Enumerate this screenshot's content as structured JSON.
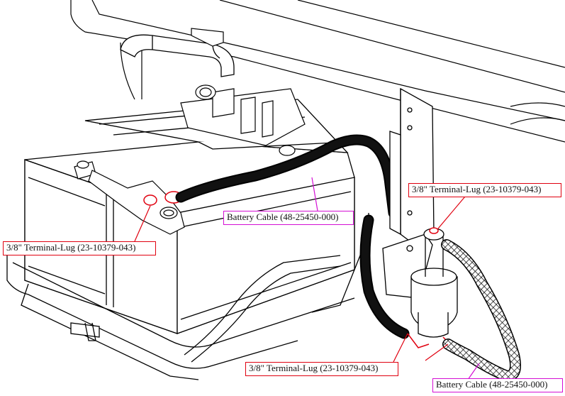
{
  "callouts": {
    "terminal_lug_left": "3/8\" Terminal-Lug (23-10379-043)",
    "terminal_lug_right": "3/8\" Terminal-Lug (23-10379-043)",
    "terminal_lug_bottom": "3/8\" Terminal-Lug (23-10379-043)",
    "battery_cable_top": "Battery Cable (48-25450-000)",
    "battery_cable_bottom": "Battery Cable (48-25450-000)"
  },
  "colors": {
    "terminal_lug_callout": "#e0000f",
    "battery_cable_callout": "#d40fd4",
    "line_art": "#000000"
  }
}
